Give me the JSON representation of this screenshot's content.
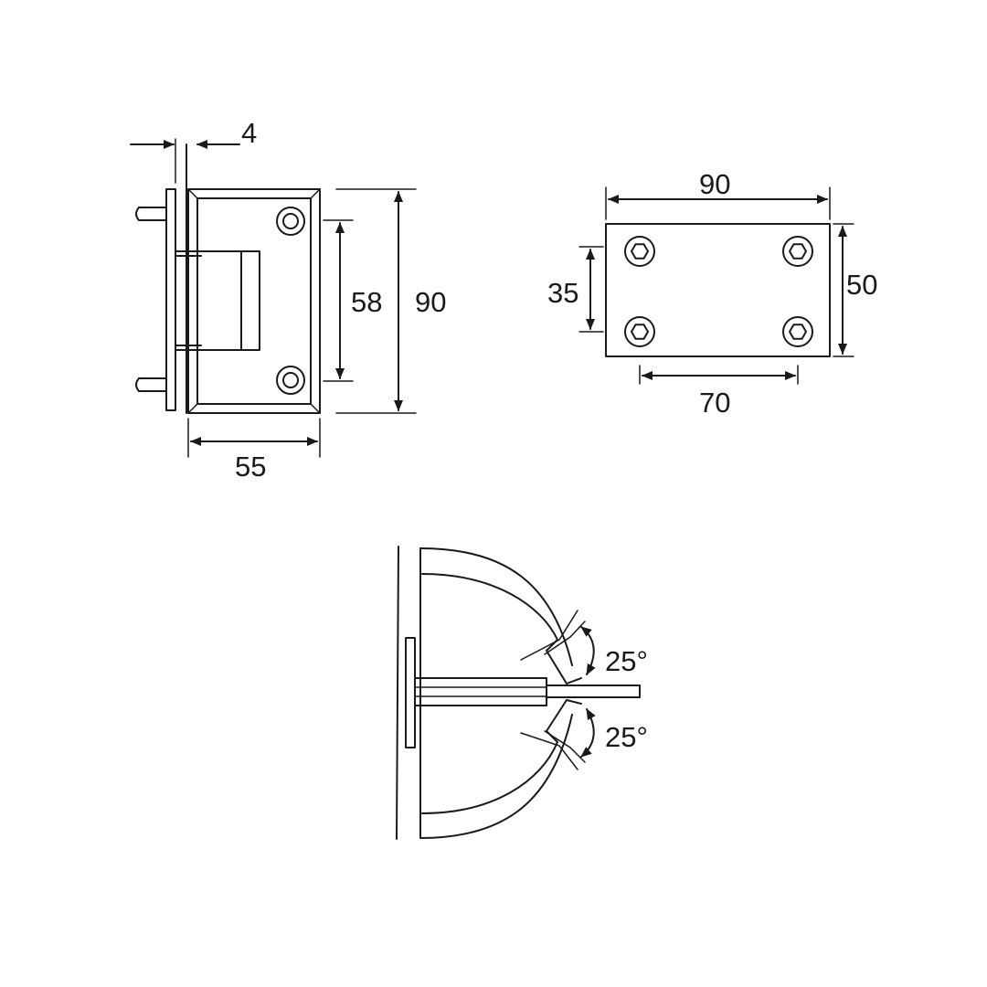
{
  "side_view": {
    "thickness_label": "4",
    "inner_height_label": "58",
    "height_label": "90",
    "width_label": "55"
  },
  "plate_view": {
    "width_label": "90",
    "height_label": "50",
    "hole_vertical_label": "35",
    "hole_horizontal_label": "70"
  },
  "rotation_view": {
    "upper_angle_label": "25°",
    "lower_angle_label": "25°"
  },
  "colors": {
    "line": "#1a1a1a",
    "background": "#ffffff"
  }
}
